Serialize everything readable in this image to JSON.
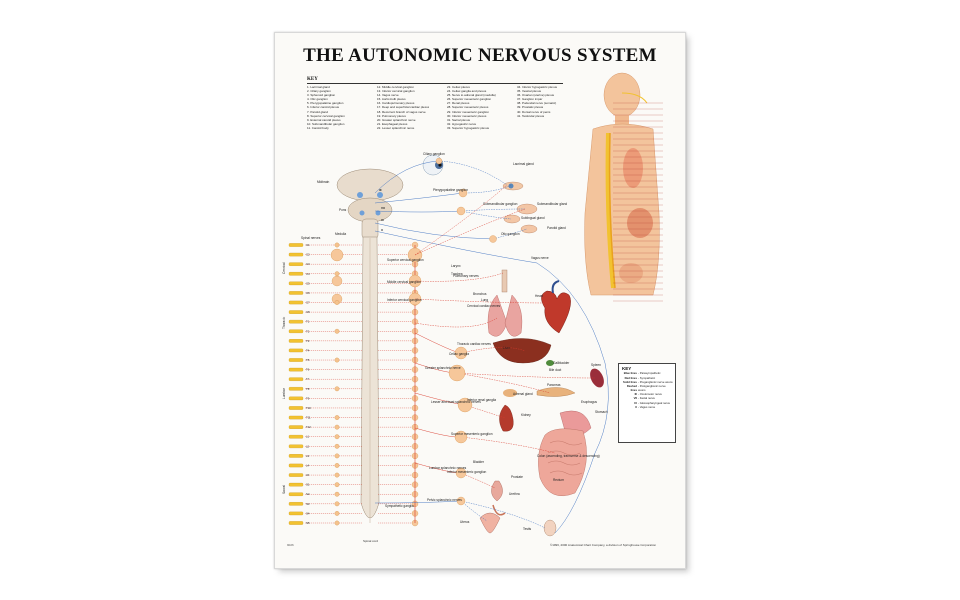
{
  "poster": {
    "title": "THE AUTONOMIC NERVOUS SYSTEM",
    "key_heading": "KEY",
    "key_columns": [
      [
        "1. Lacrimal gland",
        "2. Ciliary ganglion",
        "3. Sphenoid ganglion",
        "4. Otic ganglion",
        "5. Pterygopalatine ganglion",
        "6. Inferior carotid plexus",
        "7. Parotid gland",
        "8. Superior cervical ganglion",
        "9. External carotid plexus",
        "10. Submandibular ganglion",
        "11. Carotid body"
      ],
      [
        "12. Middle cervical ganglion",
        "13. Inferior cervical ganglion",
        "14. Vagus nerve",
        "15. Aortic-bulb plexus",
        "16. Cardiopulmonary plexus",
        "17. Deep and superficial cardiac plexus",
        "18. Recurrent branch of vagus nerve",
        "19. Pulmonary plexus",
        "20. Greater splanchnic nerve",
        "21. Esophageal plexus",
        "22. Lesser splanchnic nerve"
      ],
      [
        "23. Celiac plexus",
        "24. Celiac ganglia and plexus",
        "25. Nerve to adrenal gland (medulla)",
        "26. Superior mesenteric ganglion",
        "27. Renal plexus",
        "28. Superior mesenteric plexus",
        "29. Inferior mesenteric ganglion",
        "30. Inferior mesenteric plexus",
        "31. Sacral plexus",
        "32. Hypogastric nerve",
        "33. Superior hypogastric plexus"
      ],
      [
        "34. Inferior hypogastric plexus",
        "35. Vesical plexus",
        "36. Ovarian (uterine) plexus",
        "37. Ganglion impar",
        "38. Pudendal nerve (somatic)",
        "39. Prostatic plexus",
        "40. Dorsal nerve of penis",
        "41. Testicular plexus"
      ]
    ],
    "lines_key": {
      "heading": "KEY",
      "rows": [
        {
          "term": "Blue lines",
          "desc": "Parasympathetic"
        },
        {
          "term": "Red lines",
          "desc": "Sympathetic"
        },
        {
          "term": "Solid lines",
          "desc": "Preganglionic nerve axons"
        },
        {
          "term": "Dashed lines",
          "desc": "Postganglionic nerve axons"
        },
        {
          "term": "III",
          "desc": "Oculomotor nerve"
        },
        {
          "term": "VII",
          "desc": "Facial nerve"
        },
        {
          "term": "IX",
          "desc": "Glossopharyngeal nerve"
        },
        {
          "term": "X",
          "desc": "Vagus nerve"
        }
      ]
    },
    "labels": {
      "midbrain": "Midbrain",
      "pons": "Pons",
      "medulla": "Medulla",
      "spinal_nerves": "Spinal nerves",
      "ciliary_ganglion": "Ciliary ganglion",
      "lacrimal_gland": "Lacrimal gland",
      "pterygopalatine_ganglion": "Pterygopalatine ganglion",
      "submandibular_ganglion": "Submandibular ganglion",
      "submandibular_gland": "Submandibular gland",
      "sublingual_gland": "Sublingual gland",
      "otic_ganglion": "Otic ganglion",
      "parotid_gland": "Parotid gland",
      "vagus_nerve": "Vagus nerve",
      "superior_cervical_ganglion": "Superior cervical ganglion",
      "middle_cervical_ganglion": "Middle cervical ganglion",
      "inferior_cervical_ganglion": "Inferior cervical ganglion",
      "larynx": "Larynx",
      "trachea": "Trachea",
      "pulmonary_nerves": "Pulmonary nerves",
      "bronchus": "Bronchus",
      "lung": "Lung",
      "cervical_cardiac_nerves": "Cervical cardiac nerves",
      "heart": "Heart",
      "thoracic_cardiac_nerves": "Thoracic cardiac nerves",
      "celiac_ganglia": "Celiac ganglia",
      "liver": "Liver",
      "gallbladder": "Gallbladder",
      "bile_duct": "Bile duct",
      "spleen": "Spleen",
      "greater_splanchnic_nerve": "Greater splanchnic nerve",
      "pancreas": "Pancreas",
      "adrenal_gland": "Adrenal gland",
      "kidney": "Kidney",
      "esophagus": "Esophagus",
      "stomach": "Stomach",
      "lesser_splanchnic_nerve": "Lesser and least splanchnic nerves",
      "inferior_renal_ganglia": "Inferior renal ganglia",
      "superior_mesenteric_ganglion": "Superior mesenteric ganglion",
      "colon": "Colon (ascending, transverse & descending)",
      "rectum": "Rectum",
      "lumbar_splanchnic_nerves": "Lumbar splanchnic nerves",
      "inferior_mesenteric_ganglion": "Inferior mesenteric ganglion",
      "bladder": "Bladder",
      "prostate": "Prostate",
      "urethra": "Urethra",
      "pelvic_splanchnic_nerves": "Pelvic splanchnic nerves",
      "sympathetic_ganglia": "Sympathetic ganglia",
      "uterus": "Uterus",
      "testis": "Testis",
      "spinal_cord": "Spinal cord",
      "cervical": "Cervical",
      "thoracic": "Thoracic",
      "lumbar": "Lumbar",
      "sacral": "Sacral"
    },
    "spinal_segments": [
      "C1",
      "C2",
      "C3",
      "C4",
      "C5",
      "C6",
      "C7",
      "C8",
      "T1",
      "T2",
      "T3",
      "T4",
      "T5",
      "T6",
      "T7",
      "T8",
      "T9",
      "T10",
      "T11",
      "T12",
      "L1",
      "L2",
      "L3",
      "L4",
      "L5",
      "S1",
      "S2",
      "S3",
      "S4",
      "S5"
    ],
    "cranial_nerve_marks": [
      "III",
      "VII",
      "IX",
      "X"
    ],
    "copyright": "©1996, 2000 Anatomical Chart Company, a division of Springhouse Corporation",
    "code": "9026"
  },
  "colors": {
    "sympathetic": "#d8392b",
    "parasympathetic": "#3c6fbf",
    "nerve_yellow": "#f2c230",
    "organ_red": "#c44a3a",
    "skin": "#f3c49c"
  }
}
